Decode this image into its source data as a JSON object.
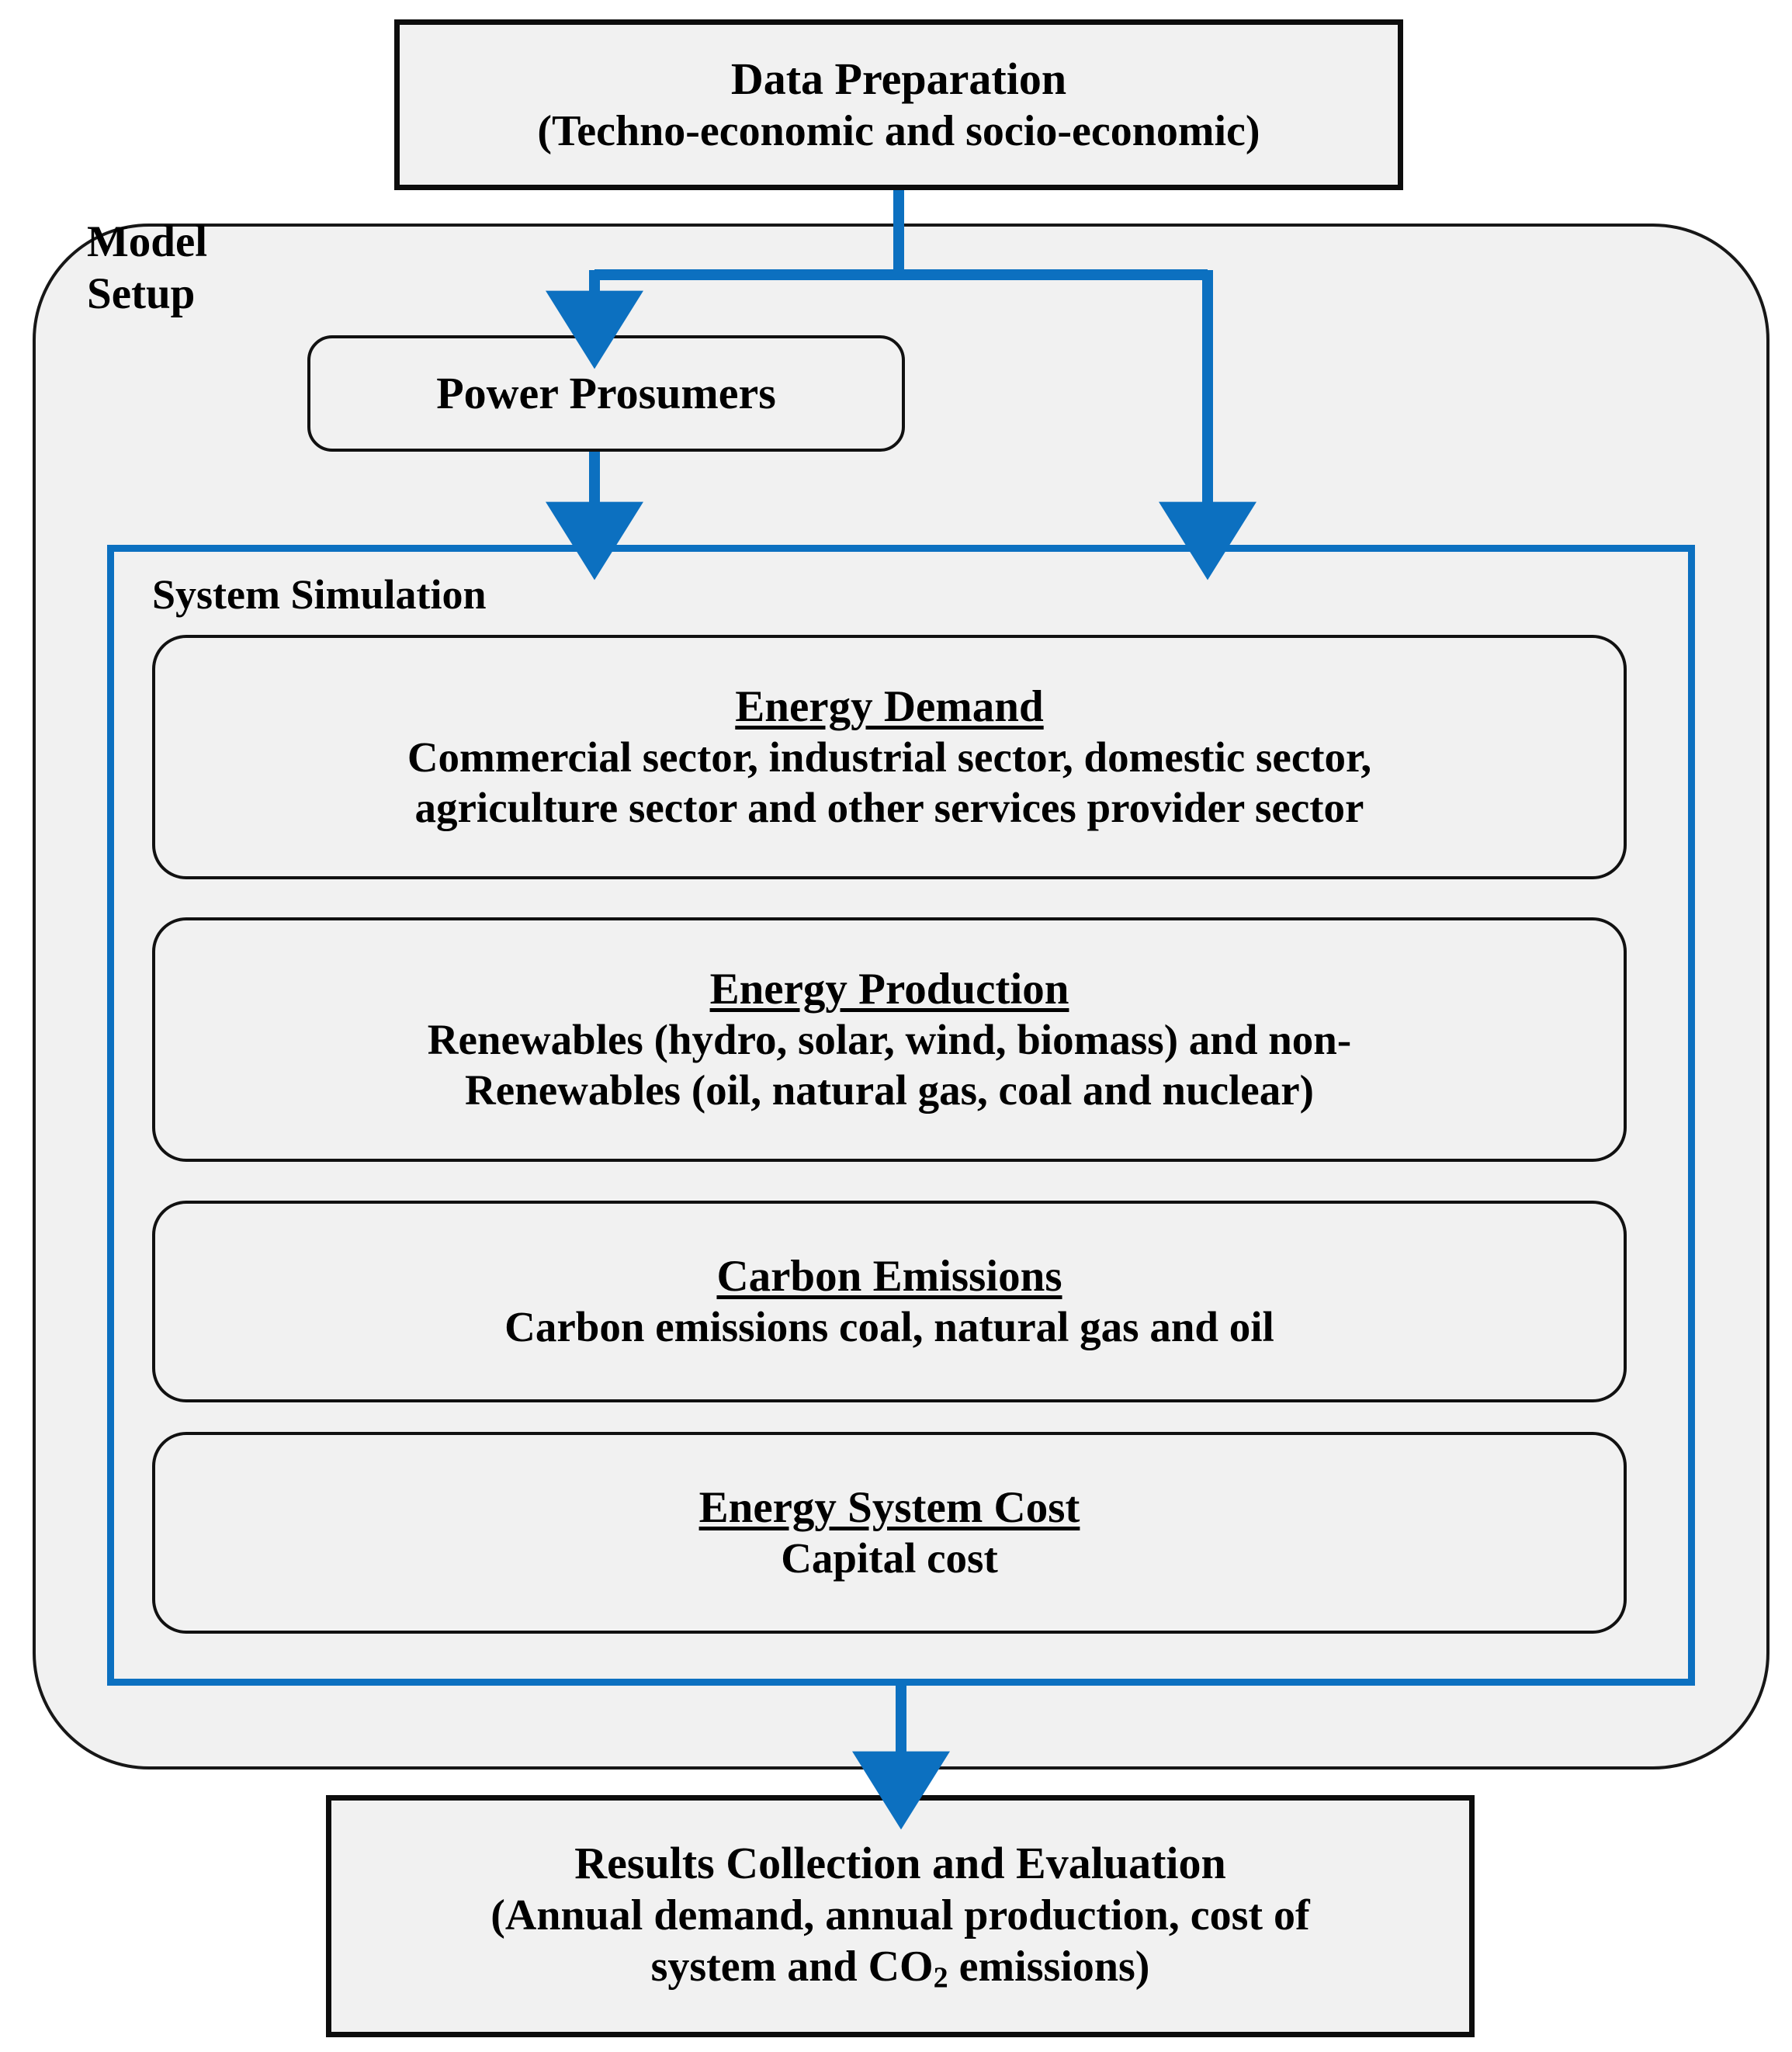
{
  "diagram": {
    "title_flow": "Energy system modelling workflow",
    "accent_color": "#0C70C0",
    "box_fill": "#F1F1F1",
    "outline_color": "#111111"
  },
  "data_preparation": {
    "title": "Data Preparation",
    "subtitle": "(Techno-economic and socio-economic)"
  },
  "model_setup": {
    "label_line1": "Model",
    "label_line2": "Setup",
    "power_prosumers": "Power Prosumers"
  },
  "system_simulation": {
    "label": "System Simulation",
    "blocks": [
      {
        "heading": "Energy Demand",
        "body_line1": "Commercial sector, industrial sector, domestic sector,",
        "body_line2": "agriculture sector and other services provider sector"
      },
      {
        "heading": "Energy Production",
        "body_line1": "Renewables (hydro, solar, wind, biomass) and non-",
        "body_line2": "Renewables (oil, natural gas, coal and nuclear)"
      },
      {
        "heading": "Carbon Emissions",
        "body_line1": "Carbon emissions coal, natural gas and oil",
        "body_line2": ""
      },
      {
        "heading": "Energy System Cost",
        "body_line1": "Capital cost",
        "body_line2": ""
      }
    ]
  },
  "results": {
    "title": "Results Collection and Evaluation",
    "line1": "(Annual demand, annual production, cost of",
    "line2_prefix": "system and CO",
    "line2_sub": "2",
    "line2_suffix": " emissions)"
  },
  "connectors": [
    {
      "name": "data-prep-to-branch",
      "from": "data_preparation",
      "to": "branch-point"
    },
    {
      "name": "branch-to-power-prosumers",
      "from": "branch-point",
      "to": "power_prosumers"
    },
    {
      "name": "branch-to-system-simulation-right",
      "from": "branch-point",
      "to": "system_simulation"
    },
    {
      "name": "power-prosumers-to-system-simulation",
      "from": "power_prosumers",
      "to": "system_simulation"
    },
    {
      "name": "system-simulation-to-results",
      "from": "system_simulation",
      "to": "results"
    }
  ]
}
